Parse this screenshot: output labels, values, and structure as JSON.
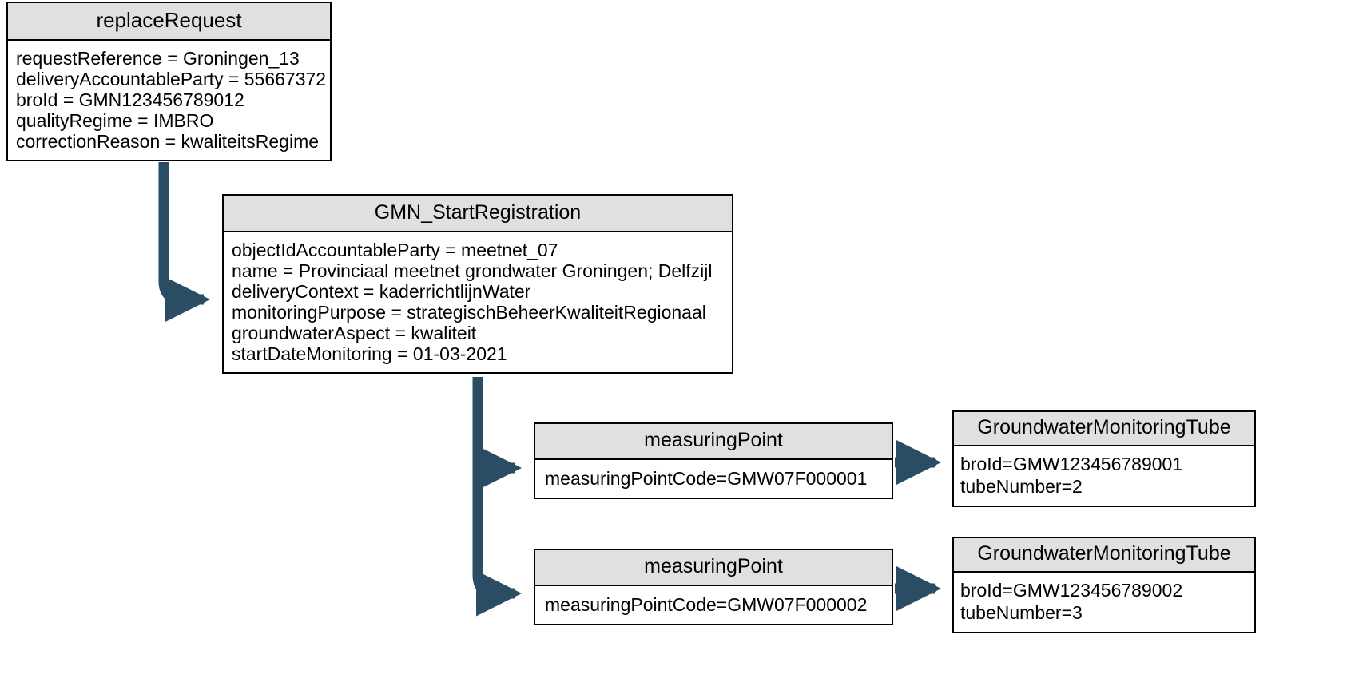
{
  "diagram": {
    "title": "replaceRequest GMN_StartRegistration object diagram",
    "connector_color": "#2b4d63",
    "node_border_color": "#000000",
    "node_header_fill": "#e0e0e0",
    "node_body_fill": "#ffffff",
    "background": "#ffffff"
  },
  "nodes": {
    "replace_request": {
      "title": "replaceRequest",
      "attributes": [
        "requestReference = Groningen_13",
        "deliveryAccountableParty = 55667372",
        "broId = GMN123456789012",
        "qualityRegime = IMBRO",
        "correctionReason = kwaliteitsRegime"
      ]
    },
    "gmn_start_registration": {
      "title": "GMN_StartRegistration",
      "attributes": [
        "objectIdAccountableParty = meetnet_07",
        "name = Provinciaal meetnet grondwater Groningen; Delfzijl",
        "deliveryContext = kaderrichtlijnWater",
        "monitoringPurpose = strategischBeheerKwaliteitRegionaal",
        "groundwaterAspect = kwaliteit",
        "startDateMonitoring = 01-03-2021"
      ]
    },
    "measuring_point_1": {
      "title": "measuringPoint",
      "attributes": [
        "measuringPointCode=GMW07F000001"
      ]
    },
    "measuring_point_2": {
      "title": "measuringPoint",
      "attributes": [
        "measuringPointCode=GMW07F000002"
      ]
    },
    "groundwater_monitoring_tube_1": {
      "title": "GroundwaterMonitoringTube",
      "attributes": [
        "broId=GMW123456789001",
        "tubeNumber=2"
      ]
    },
    "groundwater_monitoring_tube_2": {
      "title": "GroundwaterMonitoringTube",
      "attributes": [
        "broId=GMW123456789002",
        "tubeNumber=3"
      ]
    }
  },
  "connectors": [
    {
      "name": "replace-request-to-gmn-start",
      "from": "replace_request",
      "to": "gmn_start_registration",
      "style": "elbow-down-right"
    },
    {
      "name": "gmn-start-to-measuring-point-1",
      "from": "gmn_start_registration",
      "to": "measuring_point_1",
      "style": "elbow-down-right"
    },
    {
      "name": "gmn-start-to-measuring-point-2",
      "from": "gmn_start_registration",
      "to": "measuring_point_2",
      "style": "elbow-down-right"
    },
    {
      "name": "measuring-point-1-to-tube-1",
      "from": "measuring_point_1",
      "to": "groundwater_monitoring_tube_1",
      "style": "straight-right"
    },
    {
      "name": "measuring-point-2-to-tube-2",
      "from": "measuring_point_2",
      "to": "groundwater_monitoring_tube_2",
      "style": "straight-right"
    }
  ]
}
